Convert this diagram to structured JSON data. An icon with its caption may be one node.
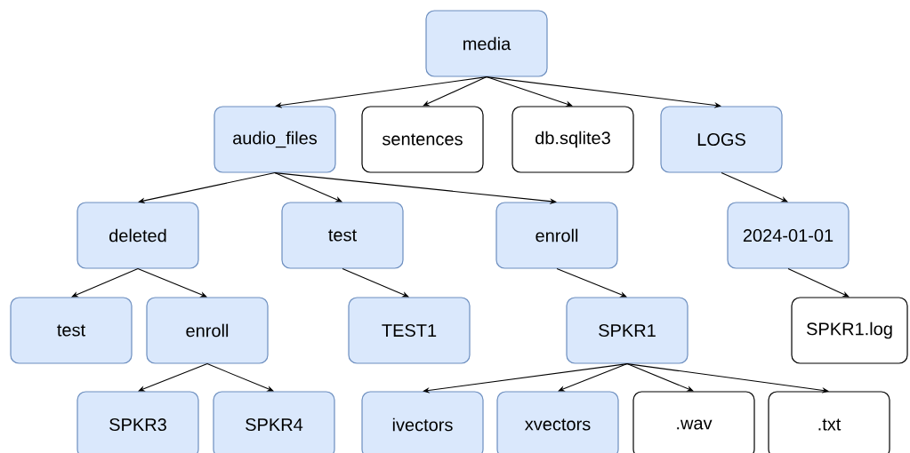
{
  "diagram": {
    "nodes": [
      {
        "text": [
          "media"
        ]
      },
      {
        "text": [
          "audio_files"
        ]
      },
      {
        "text": [
          "sentences"
        ]
      },
      {
        "text": [
          "db.sqlite3"
        ]
      },
      {
        "text": [
          "LOGS"
        ]
      },
      {
        "text": [
          "deleted"
        ]
      },
      {
        "text": [
          "test"
        ]
      },
      {
        "text": [
          "enroll"
        ]
      },
      {
        "text": [
          "2024-01-01"
        ]
      },
      {
        "text": [
          "test"
        ]
      },
      {
        "text": [
          "enroll"
        ]
      },
      {
        "text": [
          "TEST1"
        ]
      },
      {
        "text": [
          "SPKR1"
        ]
      },
      {
        "text": [
          "SPKR1.log"
        ]
      },
      {
        "text": [
          "SPKR3"
        ]
      },
      {
        "text": [
          "SPKR4"
        ]
      },
      {
        "text": [
          "ivectors"
        ]
      },
      {
        "text": [
          "xvectors"
        ]
      },
      {
        "text": [
          ".wav"
        ]
      },
      {
        "text": [
          ".txt"
        ]
      }
    ],
    "edges": [
      {
        "from": 0,
        "to": 1,
        "arrow": "to"
      },
      {
        "from": 0,
        "to": 2,
        "arrow": "to"
      },
      {
        "from": 0,
        "to": 3,
        "arrow": "to"
      },
      {
        "from": 0,
        "to": 4,
        "arrow": "to"
      },
      {
        "from": 1,
        "to": 5,
        "arrow": "to"
      },
      {
        "from": 1,
        "to": 6,
        "arrow": "to"
      },
      {
        "from": 1,
        "to": 7,
        "arrow": "to"
      },
      {
        "from": 4,
        "to": 8,
        "arrow": "to"
      },
      {
        "from": 5,
        "to": 9,
        "arrow": "to"
      },
      {
        "from": 5,
        "to": 10,
        "arrow": "to"
      },
      {
        "from": 6,
        "to": 11,
        "arrow": "to"
      },
      {
        "from": 7,
        "to": 12,
        "arrow": "to"
      },
      {
        "from": 8,
        "to": 13,
        "arrow": "to"
      },
      {
        "from": 10,
        "to": 14,
        "arrow": "to"
      },
      {
        "from": 10,
        "to": 15,
        "arrow": "to"
      },
      {
        "from": 12,
        "to": 16,
        "arrow": "to"
      },
      {
        "from": 12,
        "to": 17,
        "arrow": "to"
      },
      {
        "from": 12,
        "to": 18,
        "arrow": "to"
      },
      {
        "from": 12,
        "to": 19,
        "arrow": "to"
      }
    ]
  }
}
